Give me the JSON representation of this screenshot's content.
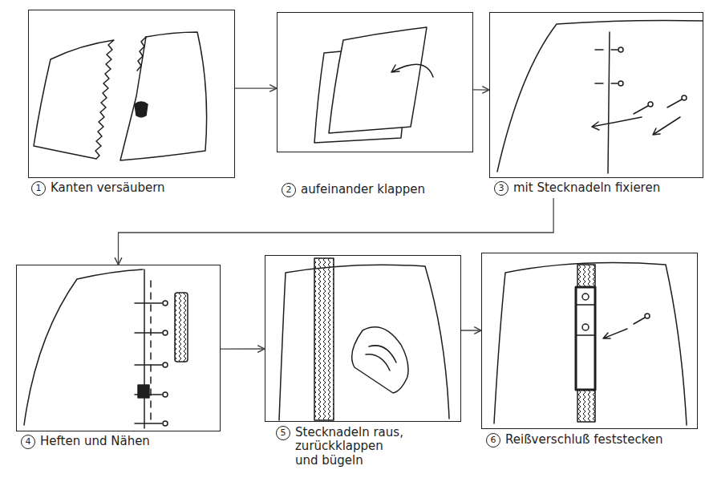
{
  "diagram": {
    "nodes": [
      {
        "text": [
          "1",
          "Kanten versäubern"
        ]
      },
      {
        "text": [
          "2",
          "aufeinander klappen"
        ]
      },
      {
        "text": [
          "3",
          "mit Stecknadeln fixieren"
        ]
      },
      {
        "text": [
          "4",
          "Heften und Nähen"
        ]
      },
      {
        "text": [
          "5",
          "Stecknadeln raus, zurückklappen und bügeln"
        ]
      },
      {
        "text": [
          "6",
          "Reißverschluß feststecken"
        ]
      }
    ],
    "edges": [
      {
        "from": 0,
        "to": 1,
        "arrow": "to"
      },
      {
        "from": 1,
        "to": 2,
        "arrow": "to"
      },
      {
        "from": 2,
        "to": 3,
        "arrow": "to"
      },
      {
        "from": 3,
        "to": 4,
        "arrow": "to"
      },
      {
        "from": 4,
        "to": 5,
        "arrow": "to"
      }
    ]
  }
}
